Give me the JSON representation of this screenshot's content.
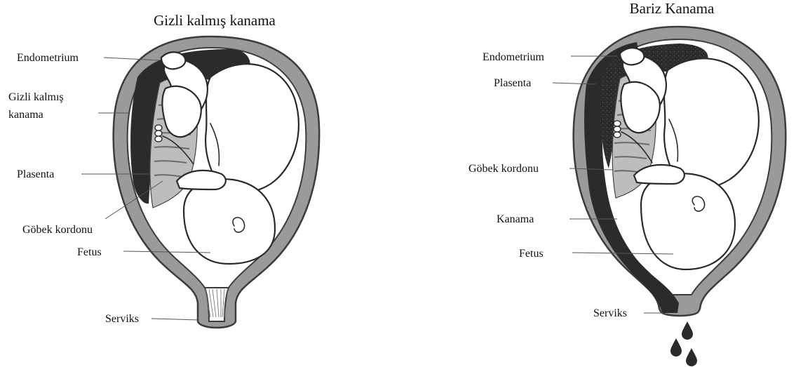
{
  "left_panel": {
    "title": "Gizli kalmış kanama",
    "labels": {
      "endometrium": "Endometrium",
      "hidden_bleeding_line1": "Gizli kalmış",
      "hidden_bleeding_line2": "kanama",
      "placenta": "Plasenta",
      "umbilical_cord": "Göbek kordonu",
      "fetus": "Fetus",
      "cervix": "Serviks"
    }
  },
  "right_panel": {
    "title": "Bariz Kanama",
    "labels": {
      "endometrium": "Endometrium",
      "placenta": "Plasenta",
      "umbilical_cord": "Göbek kordonu",
      "bleeding": "Kanama",
      "fetus": "Fetus",
      "cervix": "Serviks"
    }
  }
}
